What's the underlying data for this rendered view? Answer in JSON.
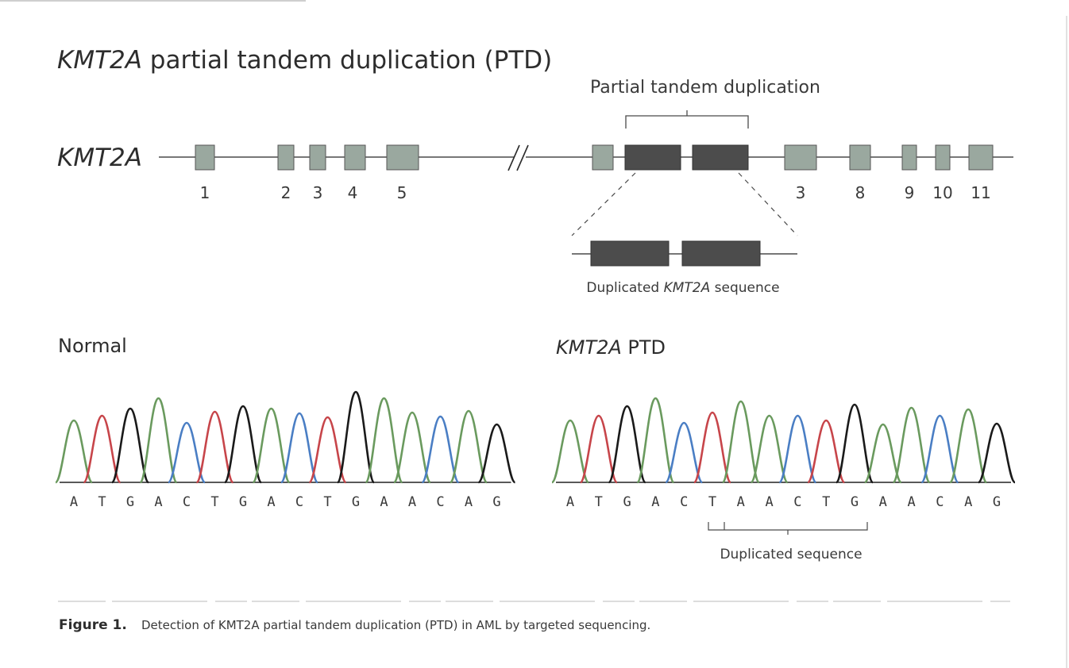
{
  "title_gene": "KMT2A",
  "title_rest": " partial tandem duplication (PTD)",
  "gene_label": "KMT2A",
  "ptd_label": "Partial tandem duplication",
  "exon_labels": [
    "1",
    "2",
    "3",
    "4",
    "5",
    "3",
    "8",
    "9",
    "10",
    "11"
  ],
  "dup_seq_label_pre": "Duplicated ",
  "dup_seq_label_gene": "KMT2A",
  "dup_seq_label_post": " sequence",
  "normal_title": "Normal",
  "ptd_title_gene": "KMT2A",
  "ptd_title_rest": " PTD",
  "normal_bases": [
    "A",
    "T",
    "G",
    "A",
    "C",
    "T",
    "G",
    "A",
    "C",
    "T",
    "G",
    "A",
    "A",
    "C",
    "A",
    "G"
  ],
  "ptd_bases": [
    "A",
    "T",
    "G",
    "A",
    "C",
    "T",
    "A",
    "A",
    "C",
    "T",
    "G",
    "A",
    "A",
    "C",
    "A",
    "G"
  ],
  "duplicated_sequence_label": "Duplicated sequence",
  "caption_label": "Figure 1.",
  "caption_text": "Detection of KMT2A partial tandem duplication (PTD) in AML by targeted sequencing.",
  "colors": {
    "A": "#6a9a5e",
    "T": "#c7454a",
    "G": "#1a1a1a",
    "C": "#4a7ec4",
    "exon": "#9aa89f",
    "dup_exon": "#4c4c4c"
  }
}
